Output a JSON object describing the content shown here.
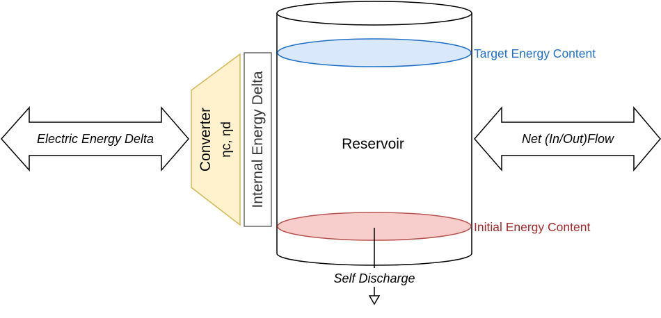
{
  "left_arrow": {
    "label": "Electric Energy Delta"
  },
  "right_arrow": {
    "label": "Net (In/Out)Flow"
  },
  "converter": {
    "title": "Converter",
    "efficiency": "ηc, ηd"
  },
  "internal_delta": {
    "label": "Internal Energy Delta"
  },
  "reservoir": {
    "label": "Reservoir"
  },
  "target_level": {
    "label": "Target Energy Content"
  },
  "initial_level": {
    "label": "Initial Energy Content"
  },
  "self_discharge": {
    "label": "Self Discharge"
  },
  "colors": {
    "target_fill": "#dae8fc",
    "target_stroke": "#1f6fc5",
    "initial_fill": "#f8cecc",
    "initial_stroke": "#b85450",
    "initial_text": "#a52a2a",
    "converter_fill": "#fff2cc",
    "converter_stroke": "#d6b656"
  }
}
